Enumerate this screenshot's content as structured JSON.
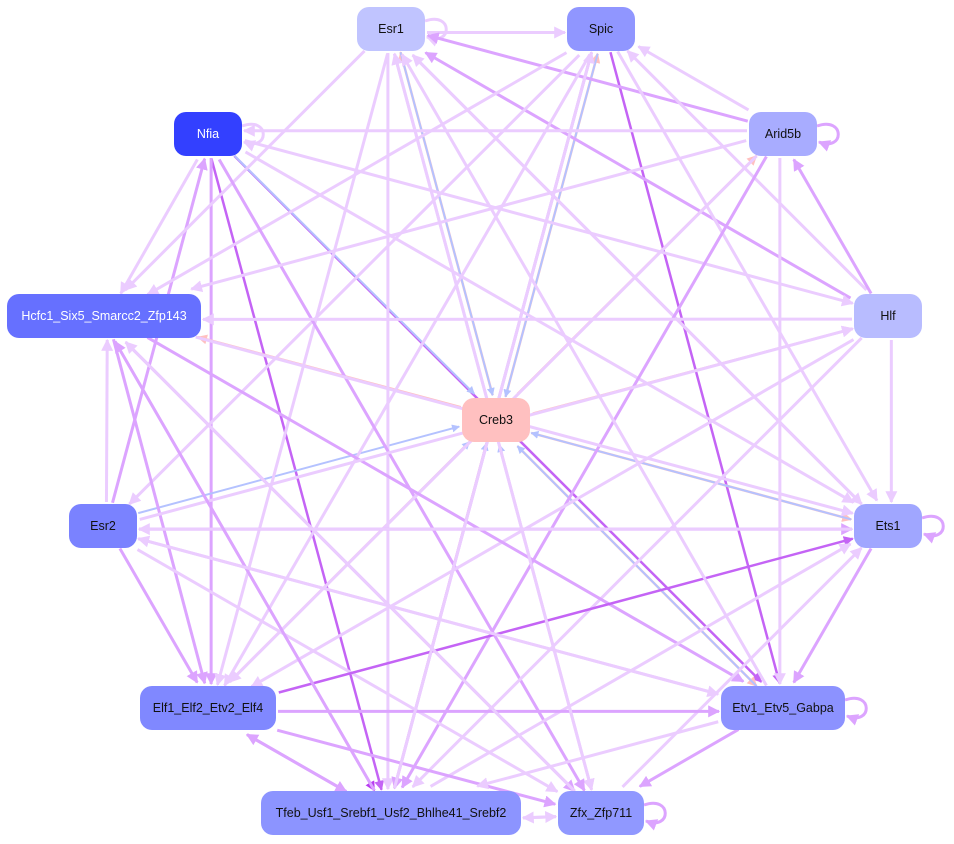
{
  "nodes": [
    {
      "id": "Esr1",
      "label": "Esr1",
      "color": "#c0c4ff",
      "text": "#111"
    },
    {
      "id": "Spic",
      "label": "Spic",
      "color": "#9096ff",
      "text": "#111"
    },
    {
      "id": "Nfia",
      "label": "Nfia",
      "color": "#3340ff",
      "text": "#fff"
    },
    {
      "id": "Arid5b",
      "label": "Arid5b",
      "color": "#a8acff",
      "text": "#111"
    },
    {
      "id": "Hcfc1",
      "label": "Hcfc1_Six5_Smarcc2_Zfp143",
      "color": "#6670ff",
      "text": "#fff"
    },
    {
      "id": "Hlf",
      "label": "Hlf",
      "color": "#b8bcff",
      "text": "#111"
    },
    {
      "id": "Creb3",
      "label": "Creb3",
      "color": "#ffc0c0",
      "text": "#111"
    },
    {
      "id": "Esr2",
      "label": "Esr2",
      "color": "#7a82ff",
      "text": "#111"
    },
    {
      "id": "Ets1",
      "label": "Ets1",
      "color": "#a0a6ff",
      "text": "#111"
    },
    {
      "id": "Elf1",
      "label": "Elf1_Elf2_Etv2_Elf4",
      "color": "#8088ff",
      "text": "#111"
    },
    {
      "id": "Etv1",
      "label": "Etv1_Etv5_Gabpa",
      "color": "#8c92ff",
      "text": "#111"
    },
    {
      "id": "Tfeb",
      "label": "Tfeb_Usf1_Srebf1_Usf2_Bhlhe41_Srebf2",
      "color": "#8c94ff",
      "text": "#111"
    },
    {
      "id": "Zfx",
      "label": "Zfx_Zfp711",
      "color": "#9098ff",
      "text": "#111"
    }
  ],
  "edge_colors": {
    "weak": "#ebccff",
    "mid": "#dca4ff",
    "strong": "#c464f5",
    "vstrong": "#b83cf0",
    "pink": "#ffc0c0",
    "blue": "#b4c2ff"
  },
  "edges": [
    [
      "Spic",
      "Etv1",
      "strong"
    ],
    [
      "Hcfc1",
      "Tfeb",
      "vstrong"
    ],
    [
      "Nfia",
      "Tfeb",
      "strong"
    ],
    [
      "Nfia",
      "Etv1",
      "strong"
    ],
    [
      "Esr2",
      "Nfia",
      "mid"
    ],
    [
      "Nfia",
      "Elf1",
      "mid"
    ],
    [
      "Creb3",
      "Esr1",
      "pink"
    ],
    [
      "Esr1",
      "Creb3",
      "blue"
    ],
    [
      "Creb3",
      "Spic",
      "pink"
    ],
    [
      "Spic",
      "Creb3",
      "blue"
    ],
    [
      "Creb3",
      "Arid5b",
      "pink"
    ],
    [
      "Creb3",
      "Hlf",
      "pink"
    ],
    [
      "Creb3",
      "Hcfc1",
      "pink"
    ],
    [
      "Nfia",
      "Creb3",
      "blue"
    ],
    [
      "Esr2",
      "Creb3",
      "blue"
    ],
    [
      "Creb3",
      "Ets1",
      "pink"
    ],
    [
      "Ets1",
      "Creb3",
      "blue"
    ],
    [
      "Creb3",
      "Etv1",
      "pink"
    ],
    [
      "Etv1",
      "Creb3",
      "blue"
    ],
    [
      "Creb3",
      "Elf1",
      "pink"
    ],
    [
      "Elf1",
      "Creb3",
      "blue"
    ],
    [
      "Creb3",
      "Tfeb",
      "pink"
    ],
    [
      "Tfeb",
      "Creb3",
      "blue"
    ],
    [
      "Creb3",
      "Zfx",
      "pink"
    ],
    [
      "Zfx",
      "Creb3",
      "blue"
    ],
    [
      "Esr1",
      "Esr1",
      "weak"
    ],
    [
      "Nfia",
      "Nfia",
      "weak"
    ],
    [
      "Arid5b",
      "Arid5b",
      "mid"
    ],
    [
      "Ets1",
      "Ets1",
      "mid"
    ],
    [
      "Etv1",
      "Etv1",
      "mid"
    ],
    [
      "Zfx",
      "Zfx",
      "mid"
    ],
    [
      "Esr1",
      "Spic",
      "weak"
    ],
    [
      "Arid5b",
      "Esr1",
      "mid"
    ],
    [
      "Hlf",
      "Esr1",
      "mid"
    ],
    [
      "Ets1",
      "Esr1",
      "weak"
    ],
    [
      "Esr1",
      "Hcfc1",
      "weak"
    ],
    [
      "Esr1",
      "Elf1",
      "weak"
    ],
    [
      "Esr1",
      "Tfeb",
      "weak"
    ],
    [
      "Esr1",
      "Ets1",
      "weak"
    ],
    [
      "Esr1",
      "Zfx",
      "weak"
    ],
    [
      "Arid5b",
      "Spic",
      "weak"
    ],
    [
      "Hlf",
      "Spic",
      "weak"
    ],
    [
      "Spic",
      "Hcfc1",
      "weak"
    ],
    [
      "Spic",
      "Elf1",
      "weak"
    ],
    [
      "Spic",
      "Tfeb",
      "mid"
    ],
    [
      "Spic",
      "Ets1",
      "weak"
    ],
    [
      "Spic",
      "Esr2",
      "weak"
    ],
    [
      "Arid5b",
      "Nfia",
      "weak"
    ],
    [
      "Nfia",
      "Hlf",
      "weak"
    ],
    [
      "Nfia",
      "Hcfc1",
      "weak"
    ],
    [
      "Nfia",
      "Ets1",
      "weak"
    ],
    [
      "Nfia",
      "Zfx",
      "mid"
    ],
    [
      "Hlf",
      "Arid5b",
      "mid"
    ],
    [
      "Arid5b",
      "Hcfc1",
      "weak"
    ],
    [
      "Arid5b",
      "Tfeb",
      "mid"
    ],
    [
      "Arid5b",
      "Elf1",
      "weak"
    ],
    [
      "Arid5b",
      "Etv1",
      "weak"
    ],
    [
      "Hlf",
      "Hcfc1",
      "weak"
    ],
    [
      "Hlf",
      "Ets1",
      "weak"
    ],
    [
      "Hlf",
      "Tfeb",
      "weak"
    ],
    [
      "Hlf",
      "Elf1",
      "weak"
    ],
    [
      "Esr2",
      "Hcfc1",
      "weak"
    ],
    [
      "Hcfc1",
      "Elf1",
      "mid"
    ],
    [
      "Hcfc1",
      "Ets1",
      "weak"
    ],
    [
      "Hcfc1",
      "Etv1",
      "mid"
    ],
    [
      "Hcfc1",
      "Zfx",
      "mid"
    ],
    [
      "Esr2",
      "Ets1",
      "mid"
    ],
    [
      "Esr2",
      "Elf1",
      "mid"
    ],
    [
      "Esr2",
      "Etv1",
      "weak"
    ],
    [
      "Esr2",
      "Zfx",
      "weak"
    ],
    [
      "Esr2",
      "Hlf",
      "weak"
    ],
    [
      "Elf1",
      "Ets1",
      "strong"
    ],
    [
      "Ets1",
      "Etv1",
      "mid"
    ],
    [
      "Tfeb",
      "Ets1",
      "weak"
    ],
    [
      "Zfx",
      "Ets1",
      "weak"
    ],
    [
      "Ets1",
      "Esr2",
      "weak"
    ],
    [
      "Elf1",
      "Etv1",
      "mid"
    ],
    [
      "Elf1",
      "Tfeb",
      "mid"
    ],
    [
      "Tfeb",
      "Elf1",
      "mid"
    ],
    [
      "Elf1",
      "Zfx",
      "mid"
    ],
    [
      "Etv1",
      "Zfx",
      "mid"
    ],
    [
      "Etv1",
      "Tfeb",
      "weak"
    ],
    [
      "Tfeb",
      "Zfx",
      "weak"
    ],
    [
      "Zfx",
      "Tfeb",
      "weak"
    ],
    [
      "Tfeb",
      "Hcfc1",
      "mid"
    ],
    [
      "Etv1",
      "Esr2",
      "weak"
    ],
    [
      "Zfx",
      "Hcfc1",
      "weak"
    ],
    [
      "Tfeb",
      "Spic",
      "weak"
    ],
    [
      "Zfx",
      "Esr1",
      "weak"
    ],
    [
      "Etv1",
      "Esr1",
      "weak"
    ]
  ]
}
